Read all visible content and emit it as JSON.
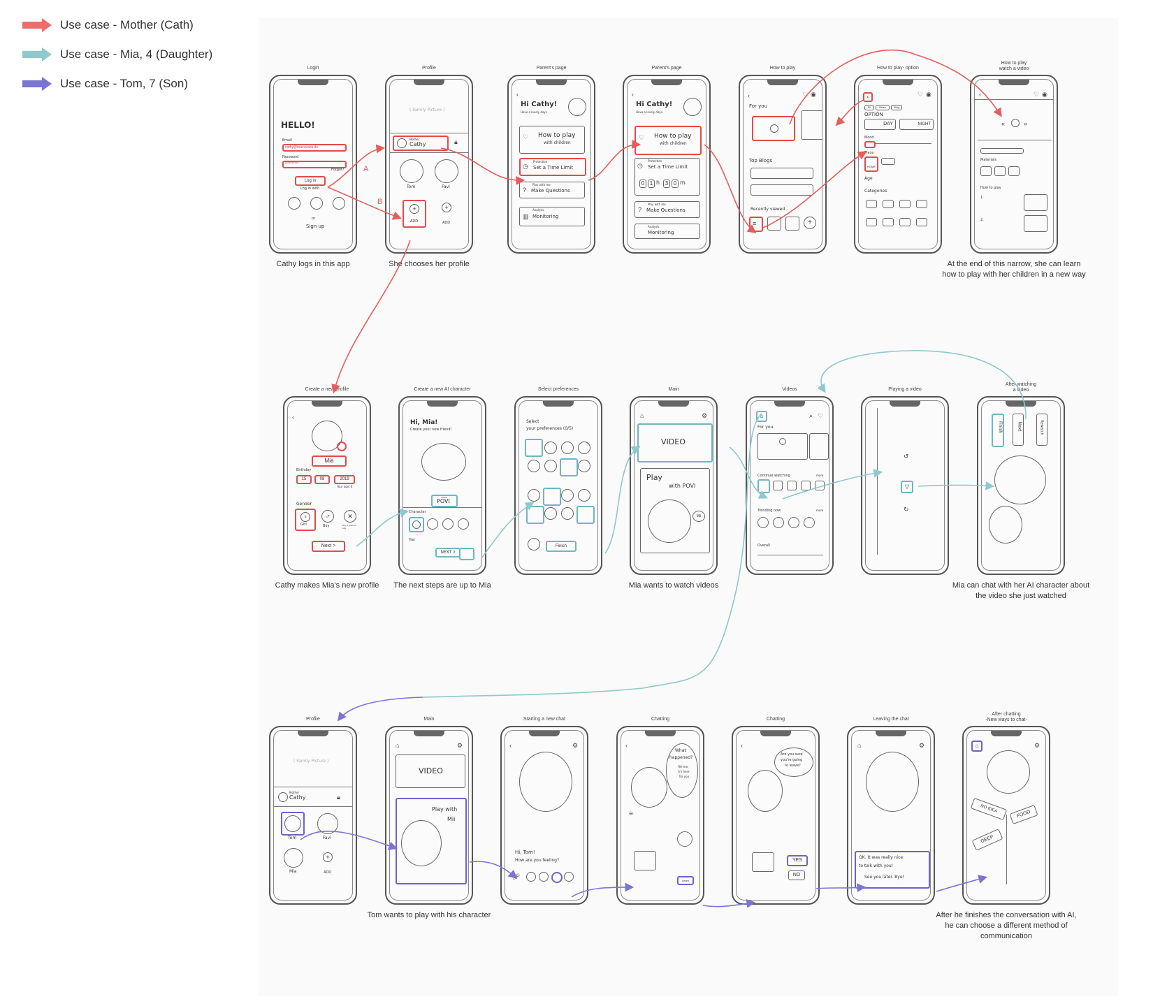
{
  "legend": [
    {
      "label": "Use case - Mother (Cath)",
      "color": "#ea6f6a"
    },
    {
      "label": "Use case - Mia, 4 (Daughter)",
      "color": "#8fc8cd"
    },
    {
      "label": "Use case - Tom, 7 (Son)",
      "color": "#7b74d3"
    }
  ],
  "flow_labels": {
    "a": "A",
    "b": "B"
  },
  "row1": {
    "login": {
      "title": "Login",
      "caption": "Cathy logs in this app",
      "hello": "HELLO!",
      "email_label": "Email",
      "email_value": "cathy@mazuwara.de",
      "password_label": "Password",
      "password_value": "**********",
      "forgot": "Forgot?",
      "login_button": "Log in",
      "login_with": "Log in with",
      "or": "or",
      "signup": "Sign up"
    },
    "profile": {
      "title": "Profile",
      "caption": "She chooses her profile",
      "family_picture": "( Family Picture )",
      "mother_tag": "Mother",
      "cathy": "Cathy",
      "tom": "Tom",
      "favi": "Favi",
      "add1": "ADD",
      "add2": "ADD"
    },
    "parents1": {
      "title": "Parent's page",
      "greeting": "Hi Cathy!",
      "sub": "Have a lovely days",
      "how_to_play": "How to play",
      "with_children": "with children",
      "protection": "Protection",
      "set_time_limit": "Set a Time Limit",
      "play_with_me": "Play with me",
      "make_questions": "Make Questions",
      "analysis": "Analysis",
      "monitoring": "Monitoring"
    },
    "parents2": {
      "title": "Parent's page",
      "greeting": "Hi Cathy!",
      "sub": "Have a lovely days",
      "how_to_play": "How to play",
      "with_children": "with children",
      "protection": "Protection",
      "set_time_limit": "Set a Time Limit",
      "time_h1": "0",
      "time_h2": "1",
      "time_sep": "h",
      "time_m1": "3",
      "time_m2": "0",
      "time_unit": "m",
      "play_with_me": "Play with me",
      "make_questions": "Make Questions",
      "analysis": "Analysis",
      "monitoring": "Monitoring"
    },
    "howtoplay": {
      "title": "How to play",
      "for_you": "For you",
      "top_blogs": "Top Blogs",
      "recently_viewed": "Recently viewed"
    },
    "howtoplay_option": {
      "title": "How to play- option",
      "tag1": "Fil",
      "tag2": "Video",
      "tag3": "Blog",
      "option": "OPTION",
      "day": "DAY",
      "night": "NIGHT",
      "mood": "Mood",
      "place": "Place",
      "home": "HOME",
      "age": "Age",
      "categories": "Categories"
    },
    "watch_video": {
      "title": "How to play\nwatch a video",
      "caption": "At the end of this narrow, she can learn how to play with her children in a new way",
      "materials": "Materials",
      "how_to_play": "How to play",
      "step1": "1.",
      "step2": "2."
    }
  },
  "row2": {
    "new_profile": {
      "title": "Create a new profile",
      "caption": "Cathy makes Mia's new profile",
      "name": "Mia",
      "birthday": "Birthday",
      "day": "15",
      "month": "08",
      "year": "2019",
      "your_age": "Your age: 4",
      "gender": "Gender",
      "girl": "Girl",
      "boy": "Boy",
      "dont_want": "Don't want to say",
      "next": "Next >"
    },
    "new_character": {
      "title": "Create a new AI character",
      "caption": "The next steps are up to Mia",
      "hi": "Hi, Mia!",
      "sub": "Create your new friend!",
      "name_tag": "name",
      "name": "POVI",
      "character": "Character",
      "hat": "Hat",
      "next": "NEXT >"
    },
    "preferences": {
      "title": "Select preferences",
      "select": "Select",
      "your_preferences": "your preferences (0/5)",
      "finish": "Finish"
    },
    "main": {
      "title": "Main",
      "caption": "Mia wants to watch videos",
      "video": "VIDEO",
      "play": "Play",
      "with_povi": "with POVI",
      "mii": "Mii"
    },
    "videos": {
      "title": "Videos",
      "for_you": "For you",
      "continue": "Continue watching",
      "more1": "more",
      "trending": "Trending now",
      "more2": "more",
      "overall": "Overall"
    },
    "playing": {
      "title": "Playing a video"
    },
    "after_watch": {
      "title": "After watching\na video",
      "caption": "Mia can chat with her AI character about the video she just watched",
      "finish": "Finish",
      "next": "Next",
      "rewatch": "Rewatch"
    }
  },
  "row3": {
    "profile": {
      "title": "Profile",
      "family_picture": "( Family Picture )",
      "mother_tag": "Mother",
      "cathy": "Cathy",
      "tom": "Tom",
      "favi": "Favi",
      "mia": "Mia",
      "add": "ADD"
    },
    "main": {
      "title": "Main",
      "caption": "Tom wants to play with his character",
      "video": "VIDEO",
      "play_with": "Play with",
      "mii": "Mii"
    },
    "new_chat": {
      "title": "Starting a new chat",
      "hi": "Hi, Tom!",
      "how_feel": "How are you feeling?"
    },
    "chat1": {
      "title": "Chatting",
      "bubble1": "What",
      "bubble2": "happened?",
      "bubble3": "Tell me,",
      "bubble4": "I'm here",
      "bubble5": "for you",
      "learn": "Learn"
    },
    "chat2": {
      "title": "Chatting",
      "bubble1": "Are you sure",
      "bubble2": "you're going",
      "bubble3": "to leave?",
      "yes": "YES",
      "no": "NO"
    },
    "leaving": {
      "title": "Leaving the chat",
      "line1": "OK. It was really nice",
      "line2": "to talk with you!",
      "line3": "See you later. Bye!"
    },
    "after_chat": {
      "title": "After chatting\n-New ways to chat-",
      "caption": "After he finishes the conversation with AI, he can choose a different method of communication",
      "no_idea": "NO IDEA",
      "food": "FOOD",
      "deep": "DEEP"
    }
  }
}
